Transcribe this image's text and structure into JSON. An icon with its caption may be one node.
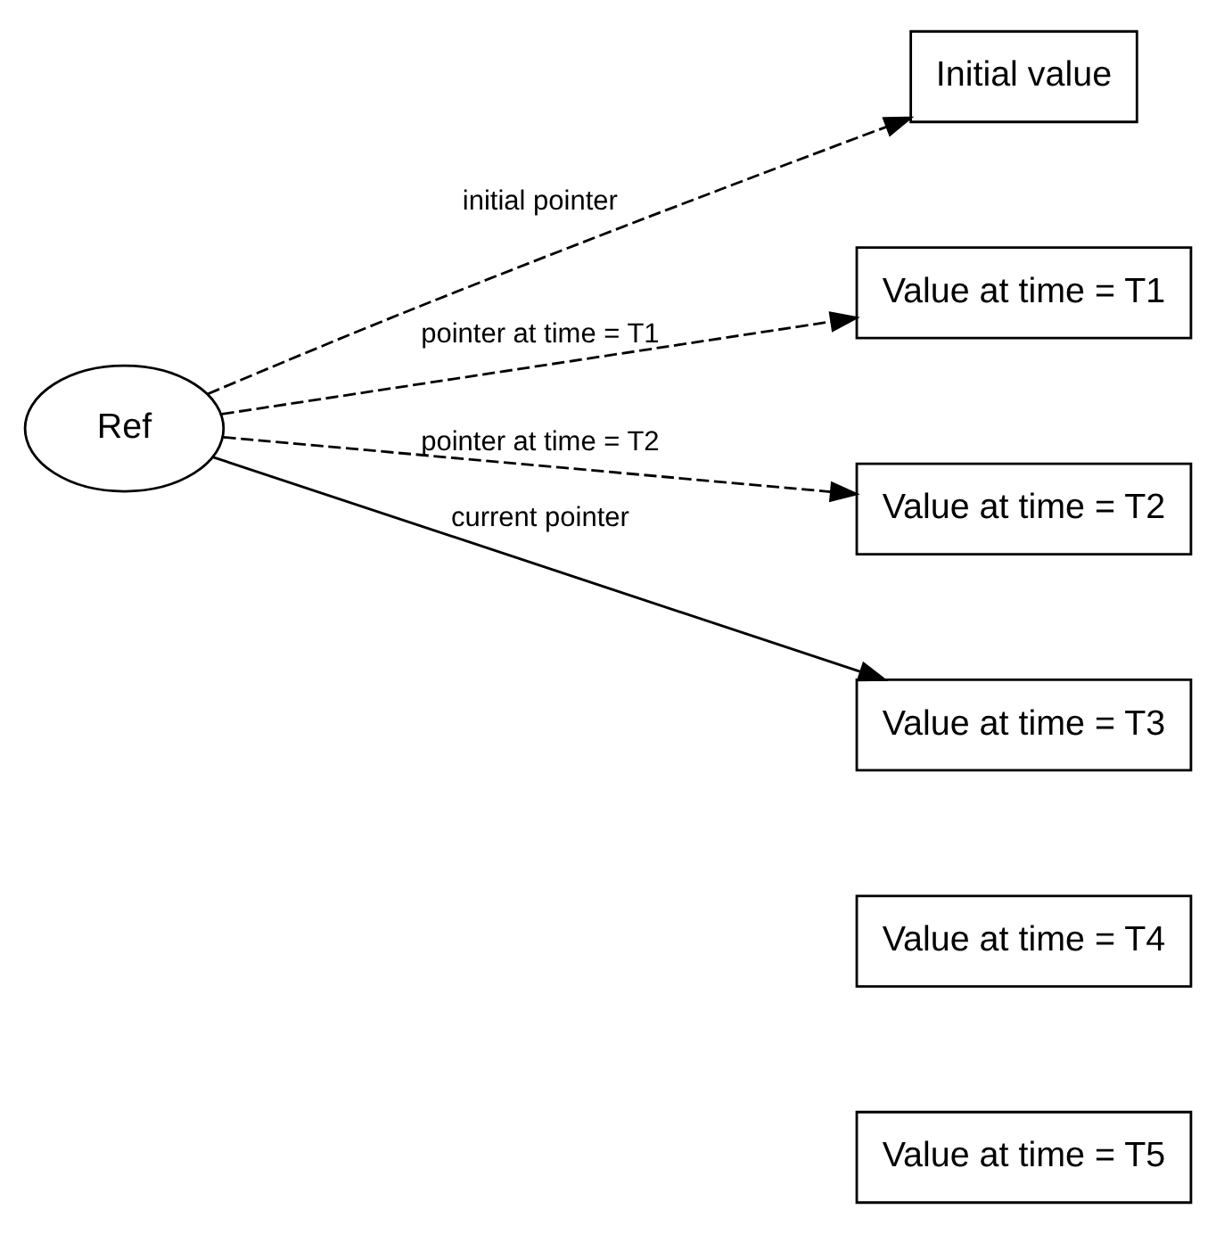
{
  "diagram": {
    "nodes": [
      {
        "text": [
          "Ref"
        ]
      },
      {
        "text": [
          "Initial value"
        ]
      },
      {
        "text": [
          "Value at time = T1"
        ]
      },
      {
        "text": [
          "Value at time = T2"
        ]
      },
      {
        "text": [
          "Value at time = T3"
        ]
      },
      {
        "text": [
          "Value at time = T4"
        ]
      },
      {
        "text": [
          "Value at time = T5"
        ]
      }
    ],
    "edges": [
      {
        "from": 0,
        "to": 1,
        "arrow": "to",
        "label": "initial pointer",
        "style": "dashed"
      },
      {
        "from": 0,
        "to": 2,
        "arrow": "to",
        "label": "pointer at time = T1",
        "style": "dashed"
      },
      {
        "from": 0,
        "to": 3,
        "arrow": "to",
        "label": "pointer at time = T2",
        "style": "dashed"
      },
      {
        "from": 0,
        "to": 4,
        "arrow": "to",
        "label": "current pointer"
      }
    ]
  }
}
